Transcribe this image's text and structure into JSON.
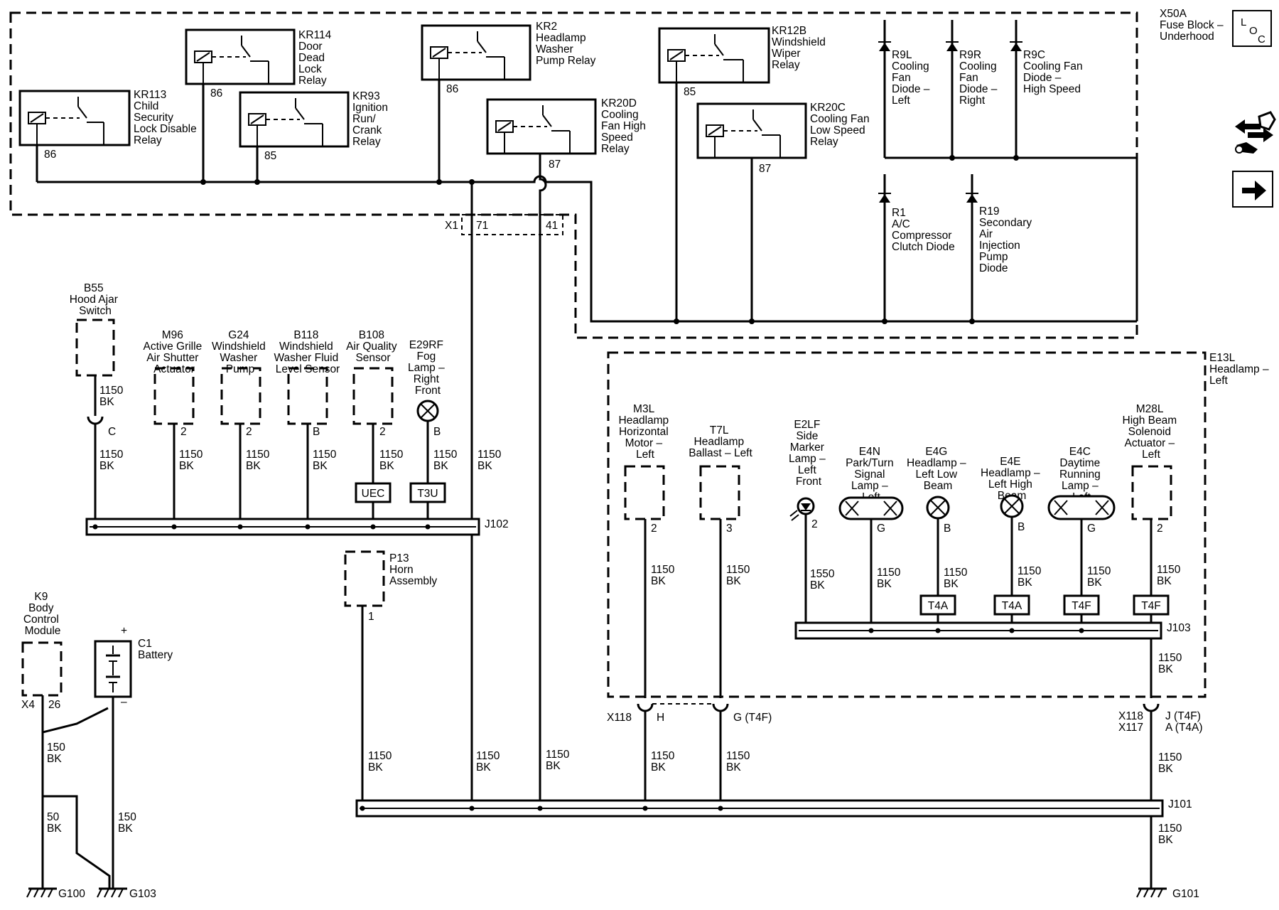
{
  "fuse_block": {
    "id": "X50A",
    "name": "Fuse Block – Underhood"
  },
  "loc_button": {
    "letters": [
      "L",
      "O",
      "C"
    ]
  },
  "relays": [
    {
      "id": "kr113",
      "lines": [
        "KR113",
        "Child",
        "Security",
        "Lock Disable",
        "Relay"
      ],
      "pin": "86"
    },
    {
      "id": "kr114",
      "lines": [
        "KR114",
        "Door",
        "Dead",
        "Lock",
        "Relay"
      ],
      "pin": "86"
    },
    {
      "id": "kr93",
      "lines": [
        "KR93",
        "Ignition",
        "Run/",
        "Crank",
        "Relay"
      ],
      "pin": "85"
    },
    {
      "id": "kr2",
      "lines": [
        "KR2",
        "Headlamp",
        "Washer",
        "Pump Relay"
      ],
      "pin": "86"
    },
    {
      "id": "kr20d",
      "lines": [
        "KR20D",
        "Cooling",
        "Fan High",
        "Speed",
        "Relay"
      ],
      "pin": "87"
    },
    {
      "id": "kr12b",
      "lines": [
        "KR12B",
        "Windshield",
        "Wiper",
        "Relay"
      ],
      "pin": "85"
    },
    {
      "id": "kr20c",
      "lines": [
        "KR20C",
        "Cooling Fan",
        "Low Speed",
        "Relay"
      ],
      "pin": "87"
    }
  ],
  "diodes": [
    {
      "id": "r9l",
      "lines": [
        "R9L",
        "Cooling",
        "Fan",
        "Diode –",
        "Left"
      ]
    },
    {
      "id": "r9r",
      "lines": [
        "R9R",
        "Cooling",
        "Fan",
        "Diode –",
        "Right"
      ]
    },
    {
      "id": "r9c",
      "lines": [
        "R9C",
        "Cooling Fan",
        "Diode –",
        "High Speed"
      ]
    },
    {
      "id": "r1",
      "lines": [
        "R1",
        "A/C",
        "Compressor",
        "Clutch Diode"
      ]
    },
    {
      "id": "r19",
      "lines": [
        "R19",
        "Secondary",
        "Air",
        "Injection",
        "Pump",
        "Diode"
      ]
    }
  ],
  "x1": {
    "label": "X1",
    "pins": [
      "71",
      "41"
    ]
  },
  "left_components": [
    {
      "id": "b55",
      "lines": [
        "B55",
        "Hood Ajar",
        "Switch"
      ],
      "pin": "C",
      "wire": [
        "1150",
        "BK"
      ]
    },
    {
      "id": "m96",
      "lines": [
        "M96",
        "Active Grille",
        "Air Shutter",
        "Actuator"
      ],
      "pin": "2"
    },
    {
      "id": "g24",
      "lines": [
        "G24",
        "Windshield",
        "Washer",
        "Pump"
      ],
      "pin": "2"
    },
    {
      "id": "b118",
      "lines": [
        "B118",
        "Windshield",
        "Washer Fluid",
        "Level Sensor"
      ],
      "pin": "B"
    },
    {
      "id": "b108",
      "lines": [
        "B108",
        "Air Quality",
        "Sensor"
      ],
      "pin": "2"
    },
    {
      "id": "e29rf",
      "lines": [
        "E29RF",
        "Fog",
        "Lamp –",
        "Right",
        "Front"
      ],
      "pin": "B"
    }
  ],
  "wire_label": {
    "gauge": "1150",
    "color": "BK"
  },
  "option_tags": {
    "uec": "UEC",
    "t3u": "T3U",
    "t4a": "T4A",
    "t4f": "T4F"
  },
  "splices": {
    "j102": "J102",
    "j103": "J103",
    "j101": "J101"
  },
  "horn": {
    "lines": [
      "P13",
      "Horn",
      "Assembly"
    ],
    "pin": "1"
  },
  "bcm": {
    "lines": [
      "K9",
      "Body",
      "Control",
      "Module"
    ],
    "connector": "X4",
    "pin": "26",
    "wire": [
      "150",
      "BK"
    ]
  },
  "battery": {
    "lines": [
      "C1",
      "Battery"
    ],
    "plus": "+",
    "minus": "–",
    "wire": [
      "150",
      "BK"
    ]
  },
  "ground_wire": {
    "wire": [
      "50",
      "BK"
    ]
  },
  "grounds": [
    "G100",
    "G103",
    "G101"
  ],
  "headlamp_assembly": {
    "lines": [
      "E13L",
      "Headlamp –",
      "Left"
    ]
  },
  "headlamp_components": [
    {
      "id": "m3l",
      "lines": [
        "M3L",
        "Headlamp",
        "Horizontal",
        "Motor –",
        "Left"
      ],
      "pin": "2"
    },
    {
      "id": "t7l",
      "lines": [
        "T7L",
        "Headlamp",
        "Ballast – Left"
      ],
      "pin": "3"
    },
    {
      "id": "e2lf",
      "lines": [
        "E2LF",
        "Side",
        "Marker",
        "Lamp –",
        "Left",
        "Front"
      ],
      "pin": "2",
      "wire": [
        "1550",
        "BK"
      ]
    },
    {
      "id": "e4n",
      "lines": [
        "E4N",
        "Park/Turn",
        "Signal",
        "Lamp –",
        "Left"
      ],
      "pin": "G"
    },
    {
      "id": "e4g",
      "lines": [
        "E4G",
        "Headlamp –",
        "Left Low",
        "Beam"
      ],
      "pin": "B"
    },
    {
      "id": "e4e",
      "lines": [
        "E4E",
        "Headlamp –",
        "Left High",
        "Beam"
      ],
      "pin": "B"
    },
    {
      "id": "e4c",
      "lines": [
        "E4C",
        "Daytime",
        "Running",
        "Lamp –",
        "Left"
      ],
      "pin": "G"
    },
    {
      "id": "m28l",
      "lines": [
        "M28L",
        "High Beam",
        "Solenoid",
        "Actuator –",
        "Left"
      ],
      "pin": "2"
    }
  ],
  "x118": {
    "label": "X118",
    "pin_h": "H",
    "pin_g": "G (T4F)"
  },
  "x118_x117": {
    "labels": [
      "X118",
      "X117"
    ],
    "pins": [
      "J (T4F)",
      "A (T4A)"
    ]
  },
  "icons": {
    "loc": "loc-button",
    "service": "service-info-icon",
    "next": "next-arrow-icon"
  }
}
